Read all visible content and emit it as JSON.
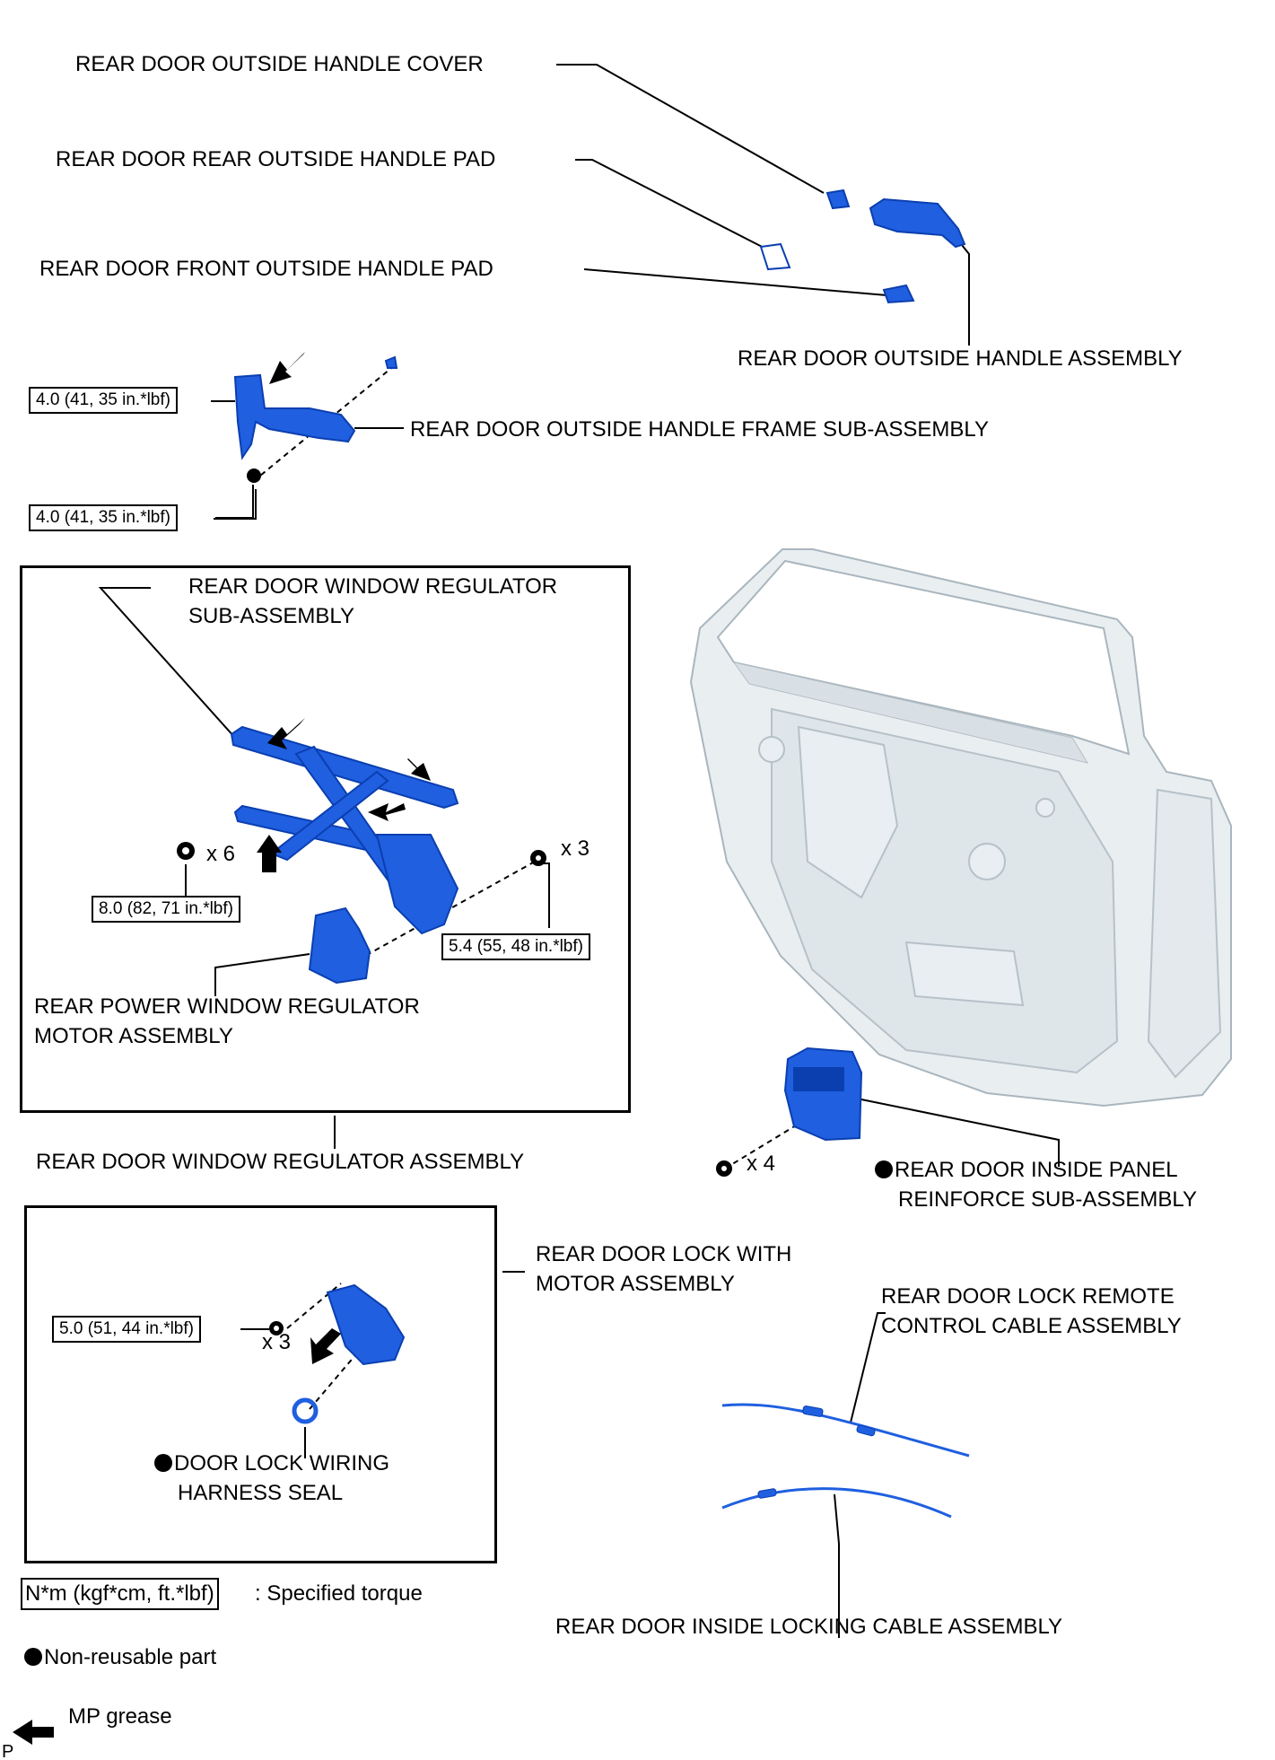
{
  "labels": {
    "outside_handle_cover": "REAR DOOR OUTSIDE HANDLE COVER",
    "rear_outside_handle_pad": "REAR DOOR REAR OUTSIDE HANDLE PAD",
    "front_outside_handle_pad": "REAR DOOR FRONT OUTSIDE HANDLE PAD",
    "outside_handle_assembly": "REAR DOOR OUTSIDE HANDLE ASSEMBLY",
    "outside_handle_frame": "REAR DOOR OUTSIDE HANDLE FRAME SUB-ASSEMBLY",
    "window_regulator_sub_1": "REAR DOOR WINDOW REGULATOR",
    "window_regulator_sub_2": "SUB-ASSEMBLY",
    "power_window_motor_1": "REAR POWER WINDOW REGULATOR",
    "power_window_motor_2": "MOTOR ASSEMBLY",
    "window_regulator_assembly": "REAR DOOR WINDOW REGULATOR ASSEMBLY",
    "inside_panel_reinforce_1": "REAR DOOR INSIDE PANEL",
    "inside_panel_reinforce_2": "REINFORCE SUB-ASSEMBLY",
    "door_lock_motor_1": "REAR DOOR LOCK WITH",
    "door_lock_motor_2": "MOTOR ASSEMBLY",
    "lock_remote_cable_1": "REAR DOOR LOCK REMOTE",
    "lock_remote_cable_2": "CONTROL CABLE ASSEMBLY",
    "wiring_harness_seal_1": "DOOR LOCK WIRING",
    "wiring_harness_seal_2": "HARNESS SEAL",
    "inside_locking_cable": "REAR DOOR INSIDE LOCKING CABLE ASSEMBLY"
  },
  "torque": {
    "frame_upper": "4.0 (41, 35 in.*lbf)",
    "frame_lower": "4.0 (41, 35 in.*lbf)",
    "regulator_bolts": "8.0 (82, 71 in.*lbf)",
    "motor_bolts": "5.4 (55, 48 in.*lbf)",
    "lock_screws": "5.0 (51, 44 in.*lbf)"
  },
  "quantities": {
    "regulator_bolts": "x 6",
    "motor_bolts": "x 3",
    "reinforce_bolts": "x 4",
    "lock_screws": "x 3"
  },
  "legend": {
    "torque_box": "N*m (kgf*cm, ft.*lbf)",
    "torque_text": ": Specified torque",
    "non_reusable": "Non-reusable part",
    "grease": "MP grease"
  },
  "corner_code": "P",
  "colors": {
    "part_blue": "#1f5fe0",
    "part_blue_dark": "#0b3fb0",
    "door_panel": "#e9eef1",
    "door_edge": "#aab6be"
  }
}
